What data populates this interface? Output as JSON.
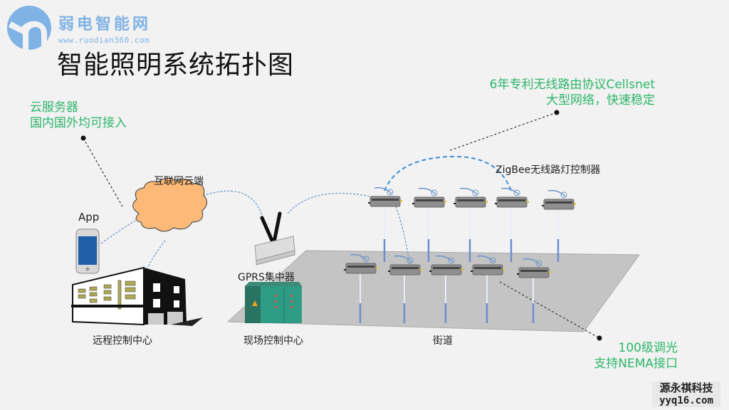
{
  "header": {
    "logo_name": "弱电智能网",
    "logo_url": "www.ruodian360.com",
    "title": "智能照明系统拓扑图"
  },
  "annotations": {
    "cloud_server": [
      "云服务器",
      "国内国外均可接入"
    ],
    "routing_protocol": [
      "6年专利无线路由协议Cellsnet",
      "大型网络，快速稳定"
    ],
    "dimming": [
      "100级调光",
      "支持NEMA接口"
    ]
  },
  "labels": {
    "internet_cloud": "互联网云端",
    "app": "App",
    "gprs": "GPRS集中器",
    "zigbee": "ZigBee无线路灯控制器",
    "remote_center": "远程控制中心",
    "site_center": "现场控制中心",
    "street": "街道"
  },
  "watermark": {
    "line1": "源永祺科技",
    "line2": "yyq16.com"
  },
  "colors": {
    "accent_green": "#2db56a",
    "logo_blue": "#7fb2e5",
    "link_blue": "#3a8fd8",
    "cloud_orange": "#fdb977",
    "street_gray": "#c4c4c4"
  }
}
